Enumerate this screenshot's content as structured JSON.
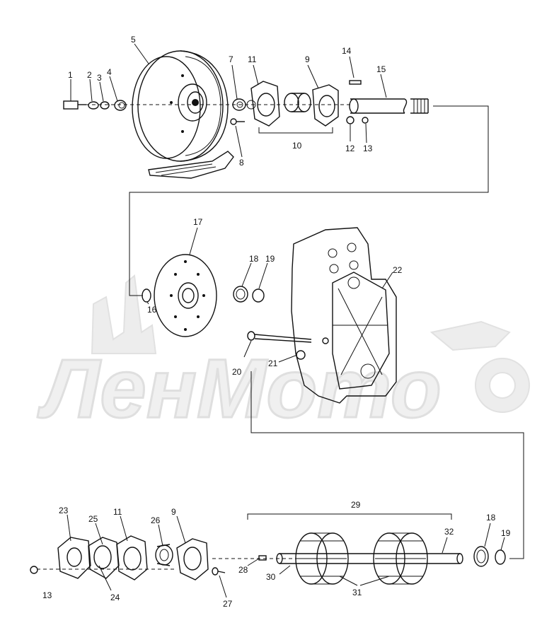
{
  "watermark": {
    "text": "ЛенМото"
  },
  "callouts": [
    {
      "id": "c1",
      "text": "1"
    },
    {
      "id": "c2",
      "text": "2"
    },
    {
      "id": "c3",
      "text": "3"
    },
    {
      "id": "c4",
      "text": "4"
    },
    {
      "id": "c5",
      "text": "5"
    },
    {
      "id": "c7",
      "text": "7"
    },
    {
      "id": "c8",
      "text": "8"
    },
    {
      "id": "c9a",
      "text": "9"
    },
    {
      "id": "c10",
      "text": "10"
    },
    {
      "id": "c11a",
      "text": "11"
    },
    {
      "id": "c12",
      "text": "12"
    },
    {
      "id": "c13a",
      "text": "13"
    },
    {
      "id": "c14",
      "text": "14"
    },
    {
      "id": "c15",
      "text": "15"
    },
    {
      "id": "c16",
      "text": "16"
    },
    {
      "id": "c17",
      "text": "17"
    },
    {
      "id": "c18a",
      "text": "18"
    },
    {
      "id": "c19a",
      "text": "19"
    },
    {
      "id": "c20",
      "text": "20"
    },
    {
      "id": "c21",
      "text": "21"
    },
    {
      "id": "c22",
      "text": "22"
    },
    {
      "id": "c23",
      "text": "23"
    },
    {
      "id": "c24",
      "text": "24"
    },
    {
      "id": "c25",
      "text": "25"
    },
    {
      "id": "c11b",
      "text": "11"
    },
    {
      "id": "c26",
      "text": "26"
    },
    {
      "id": "c9b",
      "text": "9"
    },
    {
      "id": "c27",
      "text": "27"
    },
    {
      "id": "c13b",
      "text": "13"
    },
    {
      "id": "c28",
      "text": "28"
    },
    {
      "id": "c29",
      "text": "29"
    },
    {
      "id": "c30",
      "text": "30"
    },
    {
      "id": "c31",
      "text": "31"
    },
    {
      "id": "c32",
      "text": "32"
    },
    {
      "id": "c18b",
      "text": "18"
    },
    {
      "id": "c19b",
      "text": "19"
    }
  ]
}
